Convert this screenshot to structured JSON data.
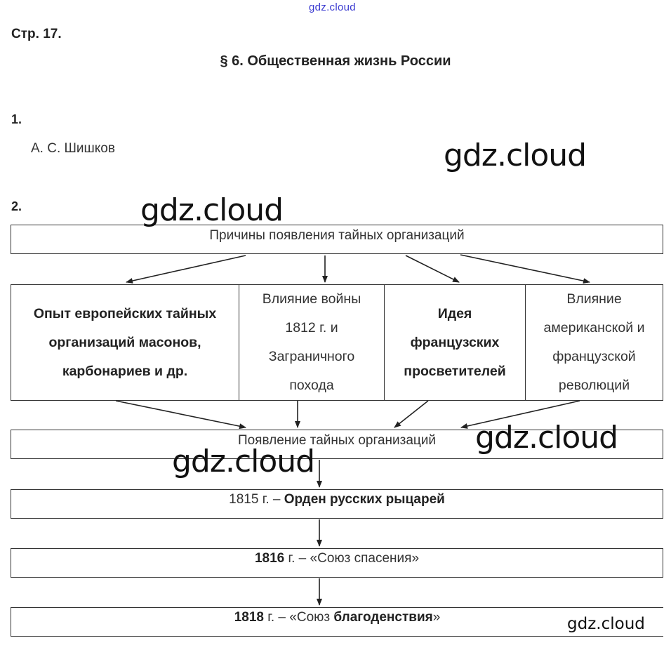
{
  "watermarks": {
    "top": "gdz.cloud",
    "large": "gdz.cloud",
    "small": "gdz.cloud"
  },
  "page_ref": "Стр. 17.",
  "section_title": "§ 6. Общественная жизнь России",
  "q1": {
    "number": "1.",
    "answer": "А. С. Шишков"
  },
  "q2": {
    "number": "2.",
    "scheme": {
      "top": "Причины появления тайных организаций",
      "causes": [
        {
          "text": "Опыт европейских тайных организаций масонов, карбонариев и др.",
          "bold": true
        },
        {
          "text": "Влияние войны 1812 г. и Заграничного похода",
          "bold": false
        },
        {
          "text": "Идея французских просветителей",
          "bold": true
        },
        {
          "text": "Влияние американской и французской революций",
          "bold": false
        }
      ],
      "result": "Появление тайных организаций",
      "timeline": [
        {
          "year": "1815",
          "suffix": " г. – ",
          "name_plain": "",
          "name_bold": "Орден русских рыцарей",
          "year_bold": false,
          "close": ""
        },
        {
          "year": "1816",
          "suffix": " г. – «",
          "name_plain": "Союз спасения",
          "name_bold": "",
          "year_bold": true,
          "close": "»"
        },
        {
          "year": "1818",
          "suffix": " г. – «",
          "name_plain": "Союз ",
          "name_bold": "благоденствия",
          "year_bold": true,
          "close": "»"
        }
      ]
    }
  }
}
